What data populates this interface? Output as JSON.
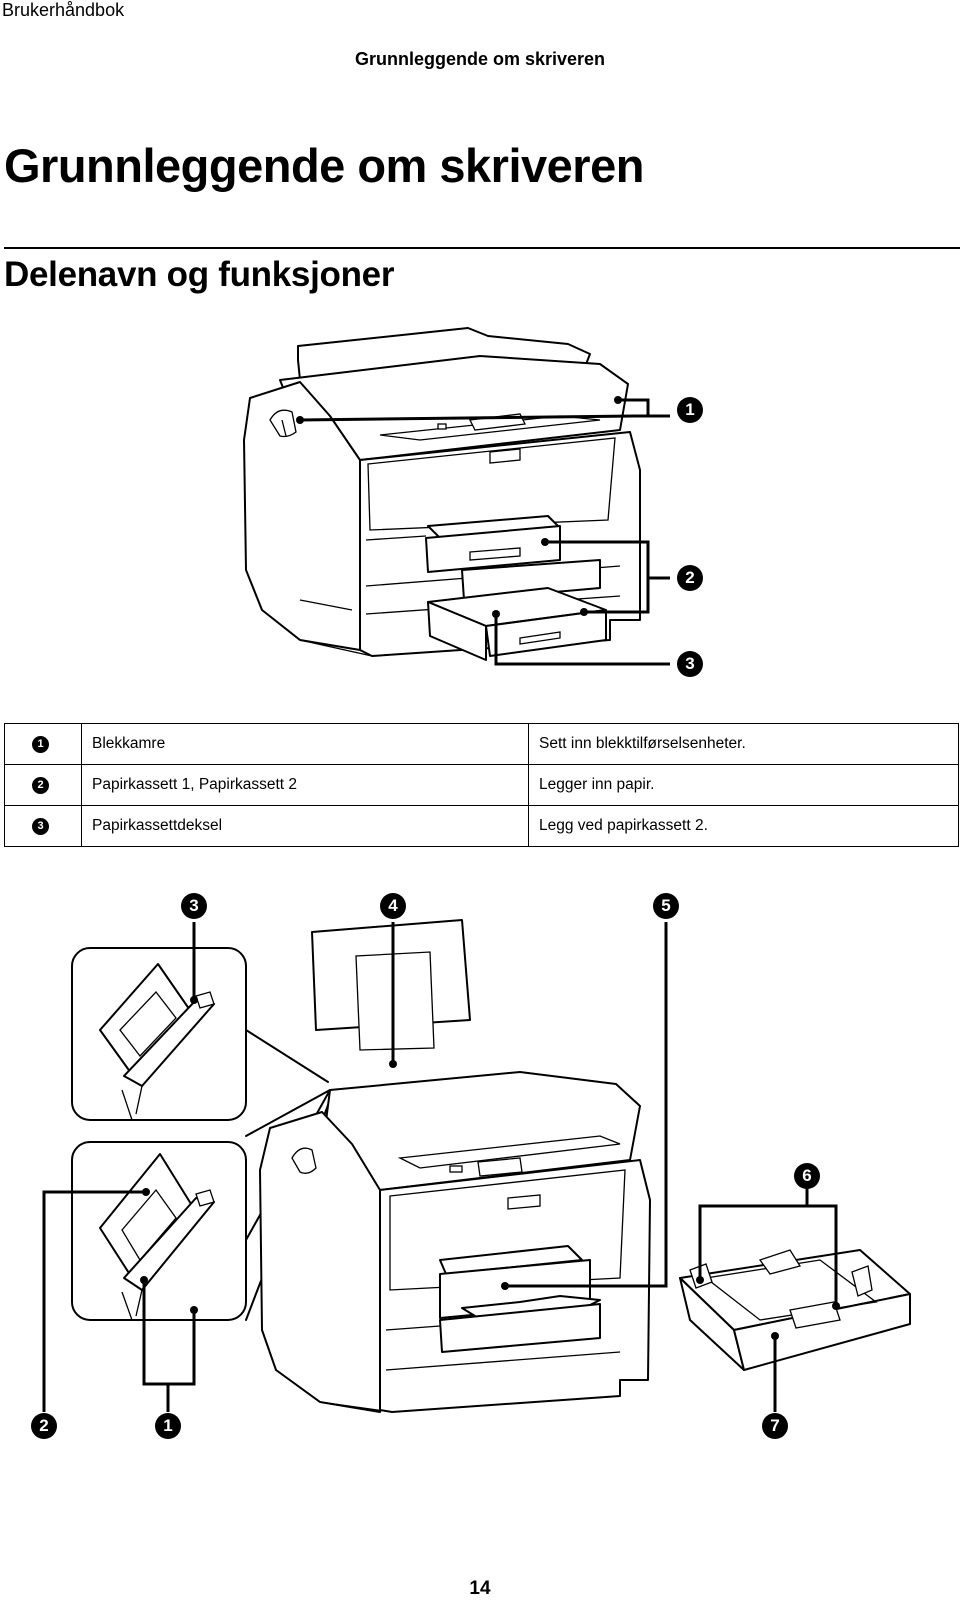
{
  "header": {
    "running_head": "Brukerhåndbok",
    "section": "Grunnleggende om skriveren"
  },
  "chapter_title": "Grunnleggende om skriveren",
  "section_title": "Delenavn og funksjoner",
  "figure1": {
    "callouts": [
      "1",
      "2",
      "3"
    ],
    "icons": [
      "printer-illustration",
      "paper-cassette-illustration"
    ]
  },
  "parts_table": {
    "rows": [
      {
        "num": "1",
        "name": "Blekkamre",
        "function": "Sett inn blekktilførselsenheter."
      },
      {
        "num": "2",
        "name": "Papirkassett 1, Papirkassett 2",
        "function": "Legger inn papir."
      },
      {
        "num": "3",
        "name": "Papirkassettdeksel",
        "function": "Legg ved papirkassett 2."
      }
    ]
  },
  "figure2": {
    "callouts": [
      "3",
      "4",
      "5",
      "6",
      "2",
      "1",
      "7"
    ],
    "icons": [
      "rear-paper-feed-detail",
      "printer-illustration",
      "paper-cassette-illustration"
    ]
  },
  "footer": {
    "page_number": "14"
  }
}
